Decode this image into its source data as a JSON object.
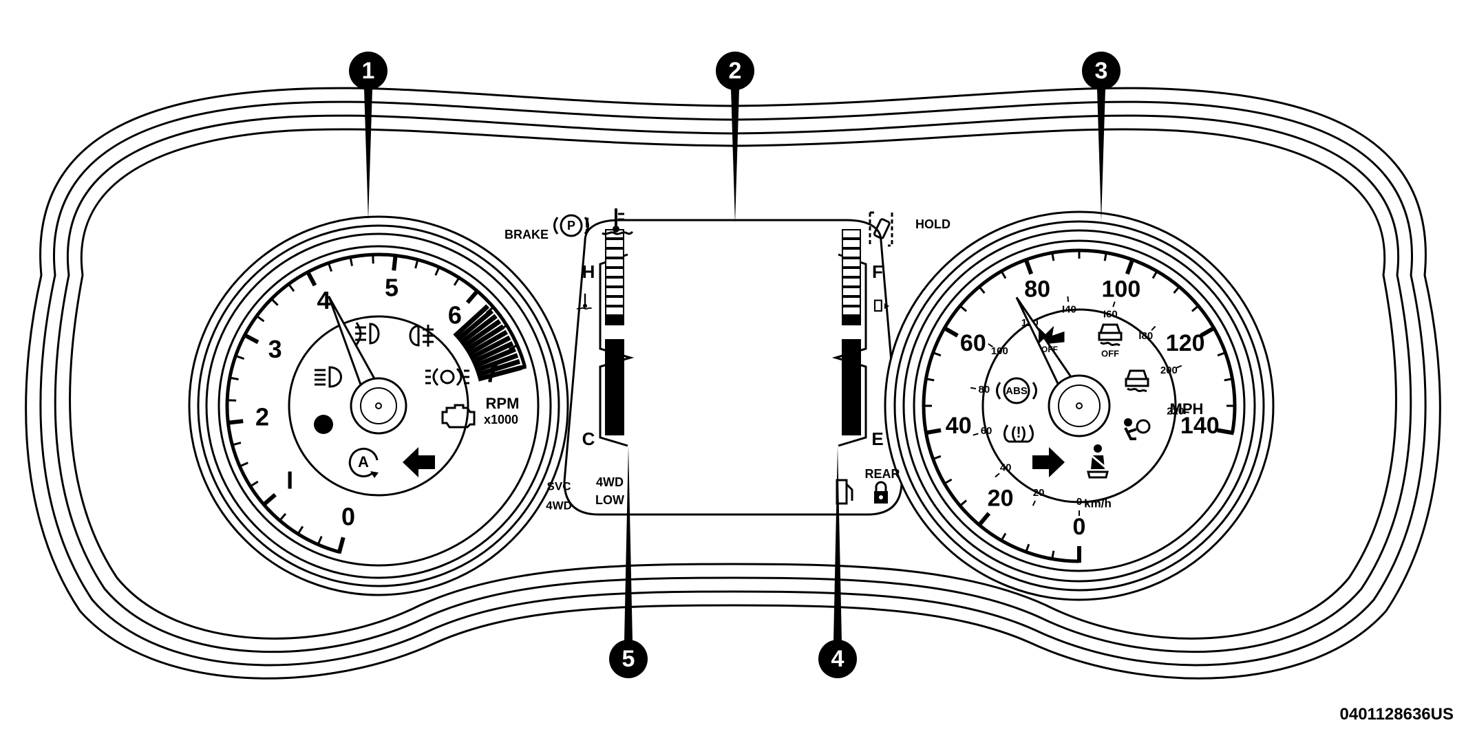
{
  "callouts": [
    "1",
    "2",
    "3",
    "5",
    "4"
  ],
  "tachometer": {
    "numbers": [
      "0",
      "I",
      "2",
      "3",
      "4",
      "5",
      "6",
      "7"
    ],
    "unit": "RPM",
    "multiplier": "x1000",
    "needle_rpm": 4.1,
    "max_rpm": 7,
    "redline_from": 6.2
  },
  "speedometer": {
    "mph_numbers": [
      "0",
      "20",
      "40",
      "60",
      "80",
      "100",
      "120",
      "140"
    ],
    "kmh_numbers": [
      "0",
      "20",
      "40",
      "60",
      "80",
      "100",
      "120",
      "I40",
      "I60",
      "I80",
      "200",
      "220"
    ],
    "unit_mph": "MPH",
    "unit_kmh": "km/h",
    "needle_mph": 75,
    "max_mph": 140
  },
  "temp_gauge": {
    "hot": "H",
    "cold": "C",
    "level_fraction": 0.55
  },
  "fuel_gauge": {
    "full": "F",
    "empty": "E",
    "level_fraction": 0.55
  },
  "indicators": {
    "brake": "BRAKE",
    "hold": "HOLD",
    "svc": "SVC",
    "svc_4wd": "4WD",
    "fourwd": "4WD",
    "low": "LOW",
    "rear": "REAR",
    "off_esc": "OFF",
    "off_traction": "OFF",
    "abs": "ABS",
    "park": "P",
    "auto_stop": "A",
    "tpms": "(!)"
  },
  "figure_id": "0401128636US",
  "icons": [
    "front-fog-light-icon",
    "rear-fog-light-icon",
    "headlight-high-beam-icon",
    "parking-lights-icon",
    "check-engine-icon",
    "left-turn-signal-icon",
    "right-turn-signal-icon",
    "auto-stop-start-icon",
    "coolant-temp-icon",
    "park-brake-icon",
    "hill-descent-icon",
    "fuel-door-icon",
    "rear-locker-icon",
    "forward-collision-off-icon",
    "traction-off-icon",
    "hill-start-icon",
    "airbag-icon",
    "seatbelt-icon",
    "abs-icon",
    "tpms-icon"
  ]
}
